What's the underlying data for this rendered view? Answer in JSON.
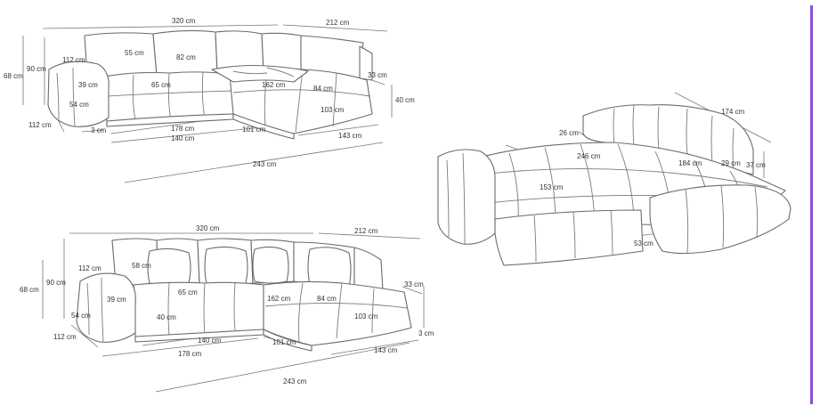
{
  "accent_color": "#8a4fd6",
  "top_view": {
    "labels": [
      "320 cm",
      "212 cm",
      "55 cm",
      "82 cm",
      "112 cm",
      "90 cm",
      "68 cm",
      "39 cm",
      "65 cm",
      "162 cm",
      "84 cm",
      "33 cm",
      "40 cm",
      "54 cm",
      "103 cm",
      "112 cm",
      "3 cm",
      "178 cm",
      "101 cm",
      "143 cm",
      "140 cm",
      "243 cm"
    ]
  },
  "bottom_view": {
    "labels": [
      "320 cm",
      "212 cm",
      "58 cm",
      "112 cm",
      "90 cm",
      "68 cm",
      "39 cm",
      "65 cm",
      "162 cm",
      "84 cm",
      "33 cm",
      "40 cm",
      "54 cm",
      "103 cm",
      "112 cm",
      "140 cm",
      "101 cm",
      "3 cm",
      "178 cm",
      "143 cm",
      "243 cm"
    ]
  },
  "bed_view": {
    "labels": [
      "174 cm",
      "26 cm",
      "246 cm",
      "184 cm",
      "29 cm",
      "37 cm",
      "153 cm",
      "53 cm"
    ]
  }
}
